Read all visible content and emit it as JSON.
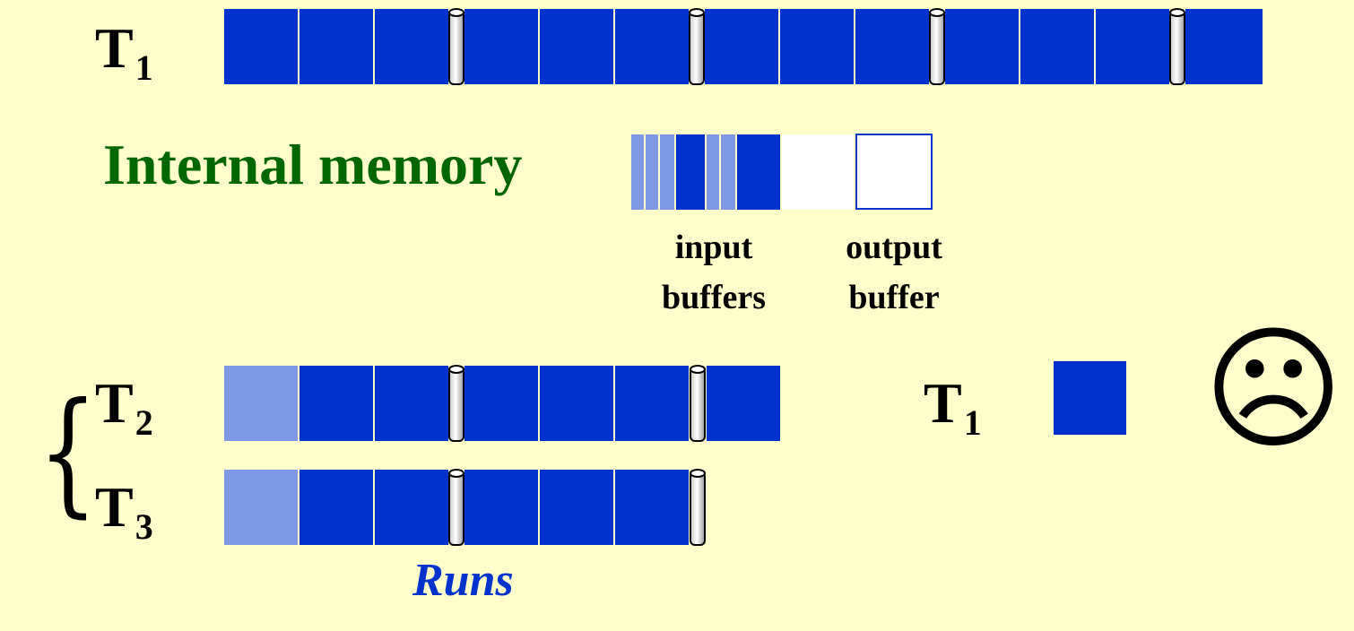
{
  "tapes": {
    "t1_top": {
      "letter": "T",
      "sub": "1"
    },
    "t2": {
      "letter": "T",
      "sub": "2"
    },
    "t3": {
      "letter": "T",
      "sub": "3"
    },
    "t1_right": {
      "letter": "T",
      "sub": "1"
    }
  },
  "memory": {
    "title": "Internal memory",
    "input_caption_line1": "input",
    "input_caption_line2": "buffers",
    "output_caption_line1": "output",
    "output_caption_line2": "buffer"
  },
  "runs_label": "Runs",
  "sad_face": "☹",
  "brace": "{",
  "colors": {
    "background": "#ffffcc",
    "block_dark": "#0033cc",
    "block_light": "#7f99e6",
    "title_green": "#006600",
    "runs_blue": "#0033cc"
  }
}
